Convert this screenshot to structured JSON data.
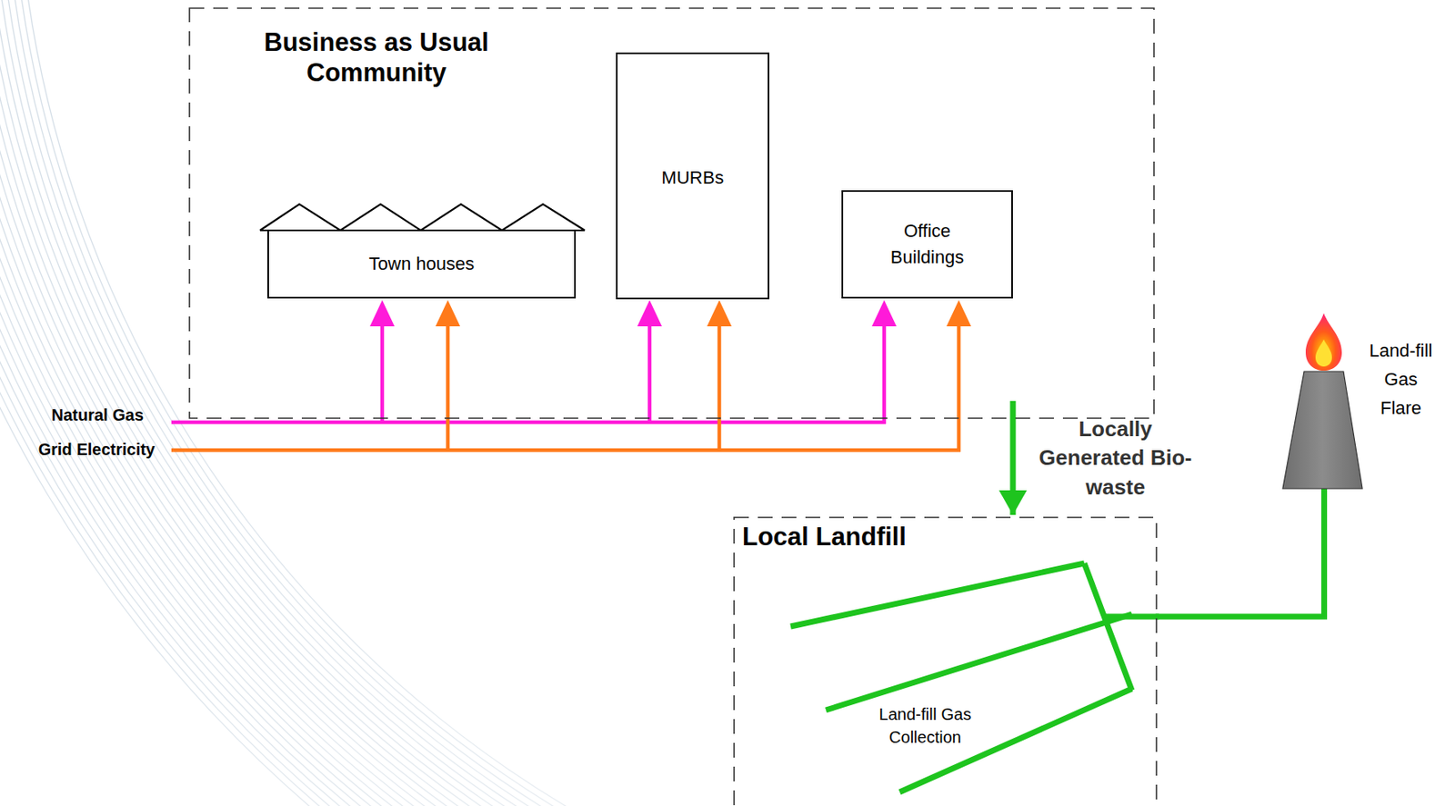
{
  "diagram": {
    "nodes": [
      {
        "text": [
          "Business as Usual Community"
        ]
      },
      {
        "text": [
          "Town houses"
        ],
        "in": 0
      },
      {
        "text": [
          "MURBs"
        ],
        "in": 0
      },
      {
        "text": [
          "Office Buildings"
        ],
        "in": 0
      },
      {
        "text": [
          "Local Landfill"
        ]
      },
      {
        "text": [
          "Land-fill Gas Flare"
        ]
      }
    ],
    "edges": [
      {
        "from": 0,
        "to": 4,
        "arrow": "to",
        "label": "Locally Generated Bio-waste"
      },
      {
        "from": 4,
        "to": 5,
        "arrow": "none"
      }
    ],
    "labels": [
      "Natural Gas",
      "Grid Electricity",
      "Land-fill Gas Collection"
    ]
  }
}
